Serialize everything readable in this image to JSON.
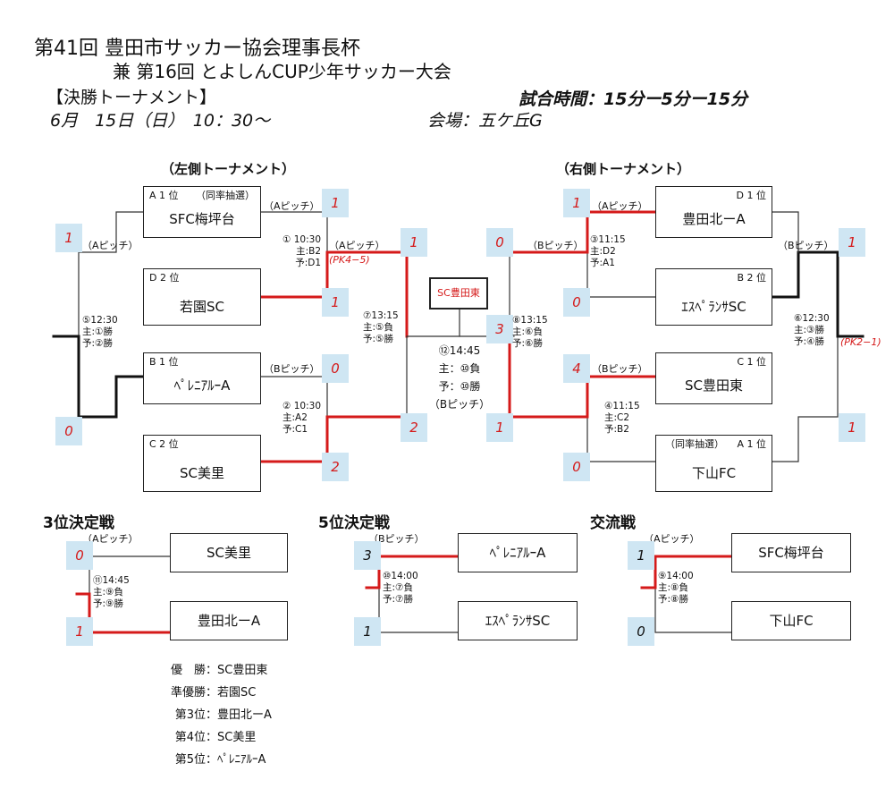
{
  "title": {
    "line1": "第41回 豊田市サッカー協会理事長杯",
    "line2": "兼 第16回 とよしんCUP少年サッカー大会",
    "bracket_label": "【決勝トーナメント】",
    "match_time": "試合時間：15分ー5分ー15分",
    "date": "6月　15日（日）　10：30〜",
    "venue": "会場：五ケ丘G"
  },
  "left": {
    "header": "（左側トーナメント）",
    "teams": [
      {
        "rank": "A 1 位",
        "tie": "（同率抽選）",
        "name": "SFC梅坪台"
      },
      {
        "rank": "D 2 位",
        "tie": "",
        "name": "若園SC"
      },
      {
        "rank": "B 1 位",
        "tie": "",
        "name": "ﾍﾟﾚﾆｱﾙｰA"
      },
      {
        "rank": "C 2 位",
        "tie": "",
        "name": "SC美里"
      }
    ],
    "m1": {
      "label": "① 10:30",
      "ref_main": "主:B2",
      "ref_sub": "予:D1",
      "pitch": "（Aピッチ）",
      "pk": "(PK4−5)"
    },
    "m2": {
      "label": "② 10:30",
      "ref_main": "主:A2",
      "ref_sub": "予:C1",
      "pitch": "（Bピッチ）"
    },
    "m5": {
      "label": "⑤12:30",
      "ref_main": "主:①勝",
      "ref_sub": "予:②勝",
      "pitch": "（Aピッチ）"
    },
    "m7": {
      "label": "⑦13:15",
      "ref_main": "主:⑤負",
      "ref_sub": "予:⑤勝",
      "pitch": "（Aピッチ）"
    },
    "scores": {
      "s1": "1",
      "s2": "1",
      "s3": "0",
      "s4": "2",
      "s5": "1",
      "s6": "2",
      "s7": "1",
      "s8": "0"
    }
  },
  "right": {
    "header": "（右側トーナメント）",
    "teams": [
      {
        "rank": "D 1 位",
        "tie": "",
        "name": "豊田北ーA"
      },
      {
        "rank": "B 2 位",
        "tie": "",
        "name": "ｴｽﾍﾟﾗﾝｻSC"
      },
      {
        "rank": "C 1 位",
        "tie": "",
        "name": "SC豊田東"
      },
      {
        "rank": "A 1 位",
        "tie": "（同率抽選）",
        "name": "下山FC"
      }
    ],
    "m3": {
      "label": "③11:15",
      "ref_main": "主:D2",
      "ref_sub": "予:A1",
      "pitch": "（Aピッチ）"
    },
    "m4": {
      "label": "④11:15",
      "ref_main": "主:C2",
      "ref_sub": "予:B2",
      "pitch": "（Bピッチ）"
    },
    "m6": {
      "label": "⑥12:30",
      "ref_main": "主:③勝",
      "ref_sub": "予:④勝",
      "pitch": "（Bピッチ）",
      "pk": "(PK2−1)"
    },
    "m8": {
      "label": "⑧13:15",
      "ref_main": "主:⑥負",
      "ref_sub": "予:⑥勝",
      "pitch": "（Bピッチ）"
    },
    "scores": {
      "s1": "1",
      "s2": "0",
      "s3": "4",
      "s4": "0",
      "s5": "0",
      "s6": "3",
      "s7": "1",
      "s8": "1"
    }
  },
  "final": {
    "champion": "SC豊田東",
    "label": "⑫14:45",
    "ref_main": "主：⑩負",
    "ref_sub": "予：⑩勝",
    "pitch": "（Bピッチ）"
  },
  "third": {
    "header": "3位決定戦",
    "pitch": "（Aピッチ）",
    "label": "⑪14:45",
    "ref_main": "主:⑨負",
    "ref_sub": "予:⑨勝",
    "team_top": "SC美里",
    "team_bottom": "豊田北ーA",
    "score_top": "0",
    "score_bottom": "1"
  },
  "fifth": {
    "header": "5位決定戦",
    "pitch": "（Bピッチ）",
    "label": "⑩14:00",
    "ref_main": "主:⑦負",
    "ref_sub": "予:⑦勝",
    "team_top": "ﾍﾟﾚﾆｱﾙｰA",
    "team_bottom": "ｴｽﾍﾟﾗﾝｻSC",
    "score_top": "3",
    "score_bottom": "1"
  },
  "exchange": {
    "header": "交流戦",
    "pitch": "（Aピッチ）",
    "label": "⑨14:00",
    "ref_main": "主:⑧負",
    "ref_sub": "予:⑧勝",
    "team_top": "SFC梅坪台",
    "team_bottom": "下山FC",
    "score_top": "1",
    "score_bottom": "0"
  },
  "results": [
    {
      "label": "優　勝",
      "team": "SC豊田東"
    },
    {
      "label": "準優勝",
      "team": "若園SC"
    },
    {
      "label": "第3位",
      "team": "豊田北ーA"
    },
    {
      "label": "第4位",
      "team": "SC美里"
    },
    {
      "label": "第5位",
      "team": "ﾍﾟﾚﾆｱﾙｰA"
    }
  ],
  "colors": {
    "win_line": "#d51a1a",
    "lose_line": "#333333",
    "score_bg": "#cfe6f3"
  }
}
